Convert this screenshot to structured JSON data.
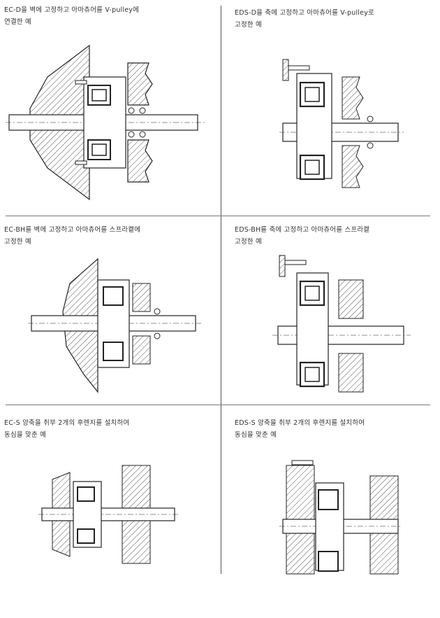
{
  "examples": [
    {
      "caption_line1": "EC-D을 벽에 고정하고 아마츄어를 V-pulley에",
      "caption_line2": "연결한 예"
    },
    {
      "caption_line1": "EDS-D을 축에 고정하고 아마츄어를 V-pulley로",
      "caption_line2": "고정한 예"
    },
    {
      "caption_line1": "EC-BH를 벽에 고정하고 아마츄어를 스프라켙에",
      "caption_line2": "고정한 예"
    },
    {
      "caption_line1": "EDS-BH를 축에 고정하고 아마츄어를 스프라켙",
      "caption_line2": "고정한 예"
    },
    {
      "caption_line1": "EC-S 양축을 취부 2개의 후렌지를 설치하여",
      "caption_line2": "동심을 맞춘 예"
    },
    {
      "caption_line1": "EDS-S 양축을 취부 2개의 후렌지를 설치하여",
      "caption_line2": "동심을 맞춘 예"
    }
  ],
  "colors": {
    "line": "#222222",
    "hatch": "#555555",
    "paper": "#ffffff"
  }
}
